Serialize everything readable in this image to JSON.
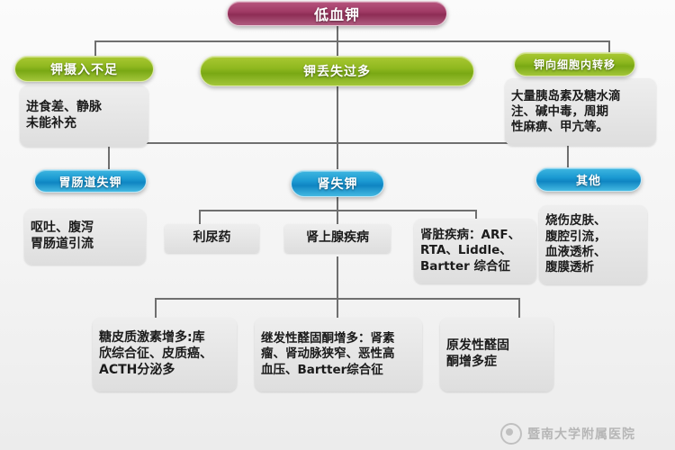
{
  "diagram": {
    "title_node": {
      "label": "低血钾",
      "color": "#9c3660"
    },
    "level2": [
      {
        "name": "intake",
        "label": "钾摄入不足",
        "color": "#8fb81f",
        "detail": "进食差、静脉\n未能补充"
      },
      {
        "name": "loss",
        "label": "钾丢失过多",
        "color": "#8fb81f",
        "detail": ""
      },
      {
        "name": "shift",
        "label": "钾向细胞内转移",
        "color": "#8fb81f",
        "detail": "大量胰岛素及糖水滴\n注、碱中毒，周期\n性麻痹、甲亢等。"
      }
    ],
    "level3": [
      {
        "name": "gi",
        "label": "胃肠道失钾",
        "color": "#1b9ad2",
        "detail": "呕吐、腹泻\n胃肠道引流"
      },
      {
        "name": "renal",
        "label": "肾失钾",
        "color": "#1b9ad2",
        "detail": ""
      },
      {
        "name": "other",
        "label": "其他",
        "color": "#1b9ad2",
        "detail": "烧伤皮肤、\n腹腔引流，\n血液透析、\n腹膜透析"
      }
    ],
    "level4": [
      {
        "name": "diuretics",
        "label": "利尿药"
      },
      {
        "name": "adrenal",
        "label": "肾上腺疾病"
      },
      {
        "name": "kidney-disease",
        "label": "肾脏疾病：ARF、\nRTA、Liddle、\nBartter 综合征"
      }
    ],
    "level5": [
      {
        "name": "glucocorticoid",
        "label": "糖皮质激素增多:库\n欣综合征、皮质癌、\nACTH分泌多"
      },
      {
        "name": "secondary-aldosteronism",
        "label": "继发性醛固酮增多：肾素\n瘤、肾动脉狭窄、恶性高\n血压、Bartter综合征"
      },
      {
        "name": "primary-aldosteronism",
        "label": "原发性醛固\n酮增多症"
      }
    ],
    "watermark": {
      "text": "暨南大学附属医院"
    }
  }
}
